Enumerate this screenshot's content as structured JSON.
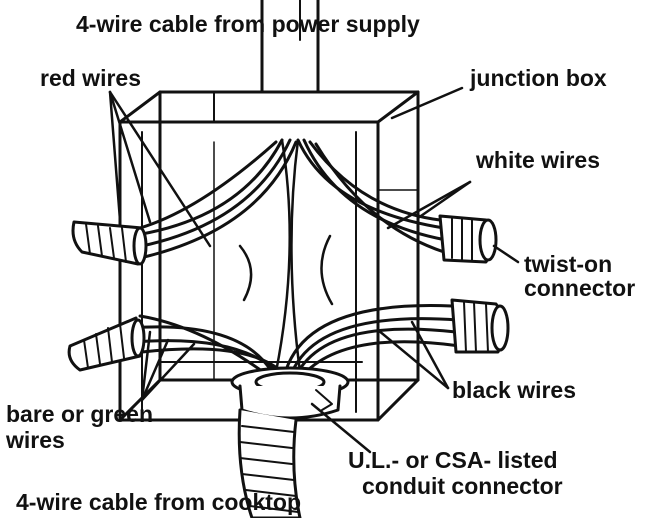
{
  "labels": {
    "top_cable": "4-wire cable from power supply",
    "red_wires": "red wires",
    "junction_box": "junction box",
    "white_wires": "white wires",
    "twist_on_1": "twist-on",
    "twist_on_2": "connector",
    "black_wires": "black wires",
    "bare_green_1": "bare or green",
    "bare_green_2": "wires",
    "ul_csa_1": "U.L.- or CSA- listed",
    "ul_csa_2": "conduit connector",
    "bottom_cable": "4-wire cable from cooktop"
  },
  "colors": {
    "ink": "#111111",
    "paper": "#ffffff"
  }
}
